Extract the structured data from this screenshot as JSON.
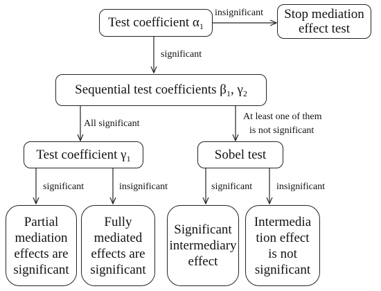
{
  "nodes": {
    "test_alpha": "Test coefficient α₁",
    "stop": "Stop mediation effect test",
    "sequential": "Sequential test coefficients β₁, γ₂",
    "test_gamma": "Test coefficient γ₁",
    "sobel": "Sobel test",
    "partial": "Partial mediation effects are significant",
    "fully": "Fully mediated effects are significant",
    "sig_intermediary": "Significant intermediary effect",
    "not_sig": "Intermediation effect is not significant"
  },
  "node_lines": {
    "test_alpha": [
      "Test coefficient α",
      "1"
    ],
    "stop": [
      "Stop mediation",
      "effect test"
    ],
    "sequential": [
      "Sequential test coefficients β",
      "1",
      ", γ",
      "2"
    ],
    "test_gamma": [
      "Test coefficient γ",
      "1"
    ],
    "sobel": [
      "Sobel test"
    ],
    "partial": [
      "Partial",
      "mediation",
      "effects are",
      "significant"
    ],
    "fully": [
      "Fully",
      "mediated",
      "effects are",
      "significant"
    ],
    "sig_intermediary": [
      "Significant",
      "intermediary",
      "effect"
    ],
    "not_sig": [
      "Intermedia",
      "tion effect",
      "is not",
      "significant"
    ]
  },
  "edge_labels": {
    "alpha_to_stop": "insignificant",
    "alpha_to_sequential": "significant",
    "sequential_to_gamma": "All significant",
    "sequential_to_sobel_line1": "At least one of them",
    "sequential_to_sobel_line2": "is not significant",
    "gamma_to_partial": "significant",
    "gamma_to_fully": "insignificant",
    "sobel_to_sig": "significant",
    "sobel_to_notsig": "insignificant"
  }
}
